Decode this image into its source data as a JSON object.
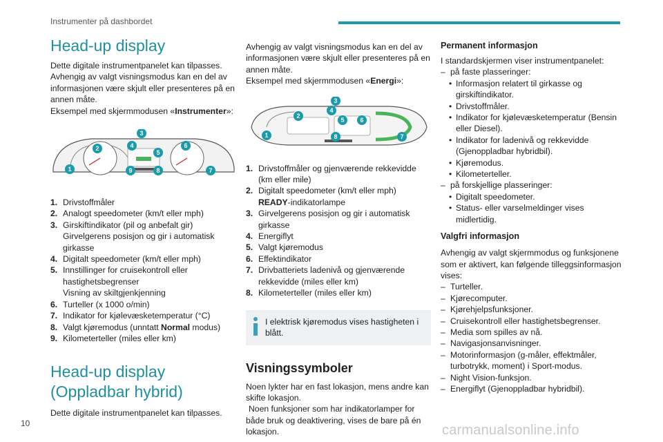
{
  "header": {
    "title": "Instrumenter på dashbordet",
    "accent": "#1a9bab"
  },
  "page_number": "10",
  "watermark": "carmanualsonline.info",
  "col1": {
    "title": "Head-up display",
    "intro_1": "Dette digitale instrumentpanelet kan tilpasses.",
    "intro_2": "Avhengig av valgt visningsmodus kan en del av informasjonen være skjult eller presenteres på en annen måte.",
    "example_prefix": "Eksempel med skjermmodusen «",
    "example_mode": "Instrumenter",
    "example_suffix": "»:",
    "badges": [
      "1",
      "2",
      "3",
      "4",
      "5",
      "6",
      "7",
      "8",
      "9"
    ],
    "items": [
      {
        "n": "1.",
        "text": "Drivstoffmåler"
      },
      {
        "n": "2.",
        "text": "Analogt speedometer (km/t eller mph)"
      },
      {
        "n": "3.",
        "text": "Girskiftindikator (pil og anbefalt gir)",
        "text2": "Girvelgerens posisjon og gir i automatisk girkasse"
      },
      {
        "n": "4.",
        "text": "Digitalt speedometer (km/t eller mph)"
      },
      {
        "n": "5.",
        "text": "Innstillinger for cruisekontroll eller hastighetsbegrenser",
        "text2": "Visning av skiltgjenkjenning"
      },
      {
        "n": "6.",
        "text": "Turteller (x 1000 o/min)"
      },
      {
        "n": "7.",
        "text": "Indikator for kjølevæsketemperatur (°C)"
      },
      {
        "n": "8.",
        "text_pre": "Valgt kjøremodus (unntatt ",
        "text_bold": "Normal",
        "text_post": " modus)"
      },
      {
        "n": "9.",
        "text": "Kilometerteller (miles eller km)"
      }
    ],
    "title2": "Head-up display (Oppladbar hybrid)",
    "intro_hybrid": "Dette digitale instrumentpanelet kan tilpasses."
  },
  "col2": {
    "intro": "Avhengig av valgt visningsmodus kan en del av informasjonen være skjult eller presenteres på en annen måte.",
    "example_prefix": "Eksempel med skjermmodusen «",
    "example_mode": "Energi",
    "example_suffix": "»:",
    "badges": [
      "1",
      "2",
      "3",
      "4",
      "5",
      "6",
      "7",
      "8"
    ],
    "items": [
      {
        "n": "1.",
        "text": "Drivstoffmåler og gjenværende rekkevidde (km eller mile)"
      },
      {
        "n": "2.",
        "text": "Digitalt speedometer (km/t eller mph)",
        "text2_bold": "READY",
        "text2": "-indikatorlampe"
      },
      {
        "n": "3.",
        "text": "Girvelgerens posisjon og gir i automatisk girkasse"
      },
      {
        "n": "4.",
        "text": "Energiflyt"
      },
      {
        "n": "5.",
        "text": "Valgt kjøremodus"
      },
      {
        "n": "6.",
        "text": "Effektindikator"
      },
      {
        "n": "7.",
        "text": "Drivbatteriets ladenivå og gjenværende rekkevidde (miles eller km)"
      },
      {
        "n": "8.",
        "text": "Kilometerteller (miles eller km)"
      }
    ],
    "info": "I elektrisk kjøremodus vises hastigheten i blått.",
    "symbols_title": "Visningssymboler",
    "symbols_p1": "Noen lykter har en fast lokasjon, mens andre kan skifte lokasjon.",
    "symbols_p2": "Noen funksjoner som har indikatorlamper for både bruk og deaktivering, vises de bare på én lokasjon."
  },
  "col3": {
    "perm_title": "Permanent informasjon",
    "perm_intro": "I standardskjermen viser instrumentpanelet:",
    "fixed": "på faste plasseringer:",
    "fixed_items": [
      "Informasjon relatert til girkasse og girskiftindikator.",
      "Drivstoffmåler.",
      "Indikator for kjølevæsketemperatur (Bensin eller Diesel).",
      "Indikator for ladenivå og rekkevidde (Gjenoppladbar hybridbil).",
      "Kjøremodus.",
      "Kilometerteller."
    ],
    "various": "på forskjellige plasseringer:",
    "various_items": [
      "Digitalt speedometer.",
      "Status- eller varselmeldinger vises midlertidig."
    ],
    "opt_title": "Valgfri informasjon",
    "opt_intro": "Avhengig av valgt skjermmodus og funksjonene som er aktivert, kan følgende tilleggsinformasjon vises:",
    "opt_items": [
      "Turteller.",
      "Kjørecomputer.",
      "Kjørehjelpsfunksjoner.",
      "Cruisekontroll eller hastighetsbegrenser.",
      "Media som spilles av nå.",
      "Navigasjonsanvisninger.",
      "Motorinformasjon (g-måler, effektmåler, turbotrykk, moment) i Sport-modus.",
      "Night Vision-funksjon.",
      "Energiflyt (Gjenoppladbar hybridbil)."
    ]
  }
}
